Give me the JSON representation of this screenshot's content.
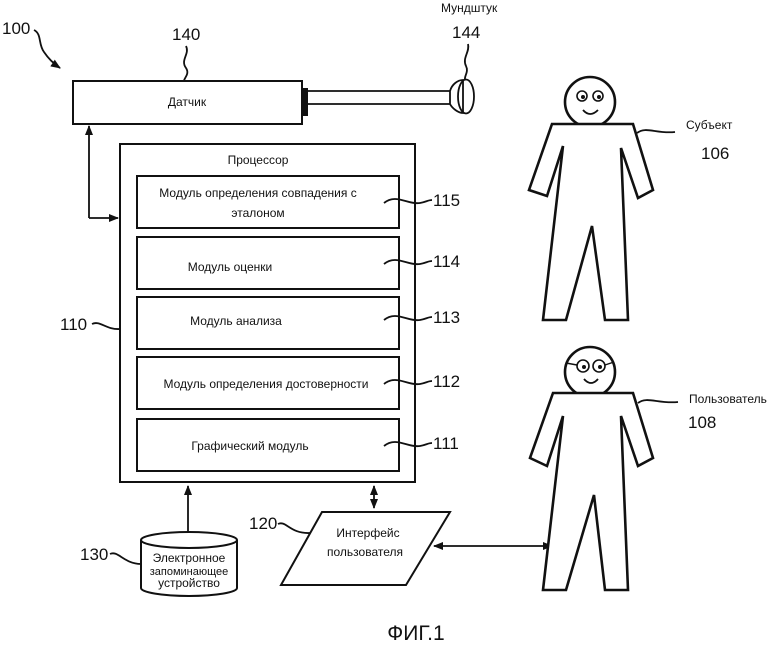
{
  "figure": {
    "caption": "ФИГ.1",
    "system_ref": "100"
  },
  "sensor": {
    "label": "Датчик",
    "ref": "140"
  },
  "mouthpiece": {
    "label": "Мундштук",
    "ref": "144"
  },
  "processor": {
    "label": "Процессор",
    "ref": "110",
    "modules": [
      {
        "label_line1": "Модуль определения совпадения с",
        "label_line2": "эталоном",
        "ref": "115"
      },
      {
        "label": "Модуль оценки",
        "ref": "114"
      },
      {
        "label": "Модуль анализа",
        "ref": "113"
      },
      {
        "label": "Модуль определения достоверности",
        "ref": "112"
      },
      {
        "label": "Графический модуль",
        "ref": "111"
      }
    ]
  },
  "storage": {
    "line1": "Электронное",
    "line2": "запоминающее",
    "line3": "устройство",
    "ref": "130"
  },
  "user_interface": {
    "line1": "Интерфейс",
    "line2": "пользователя",
    "ref": "120"
  },
  "subject": {
    "label": "Субъект",
    "ref": "106"
  },
  "user": {
    "label": "Пользователь",
    "ref": "108"
  }
}
